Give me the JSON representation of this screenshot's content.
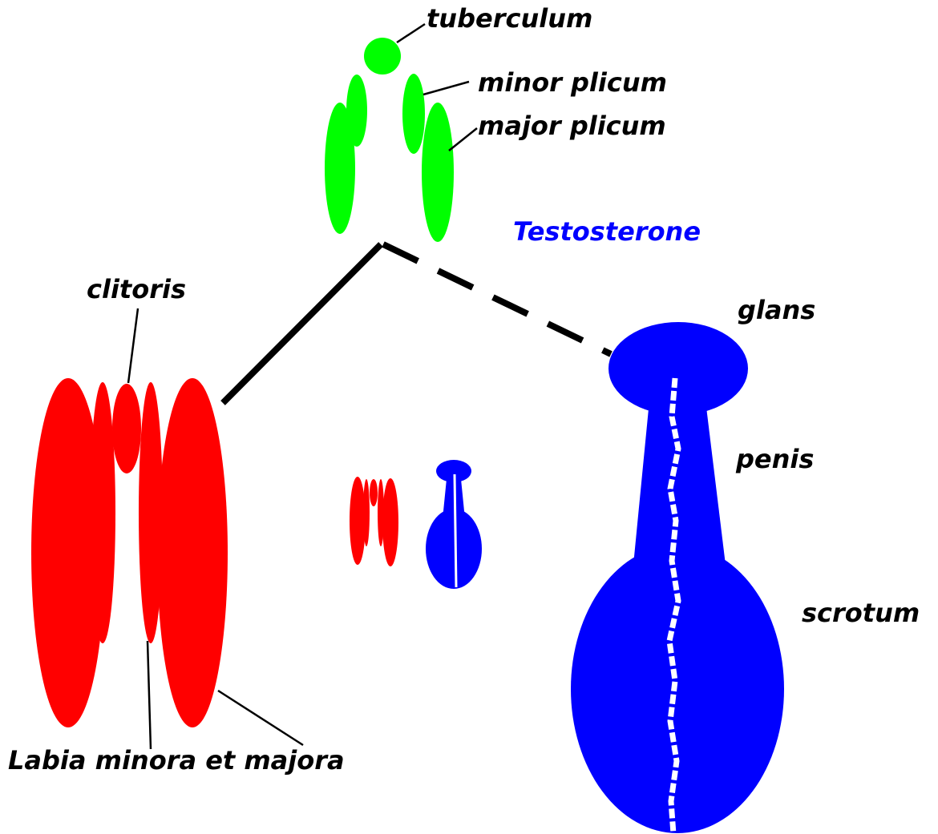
{
  "labels": {
    "tuberculum": "tuberculum",
    "minor_plicum": "minor plicum",
    "major_plicum": "major plicum",
    "testosterone": "Testosterone",
    "clitoris": "clitoris",
    "glans": "glans",
    "penis": "penis",
    "scrotum": "scrotum",
    "labia": "Labia minora et majora"
  },
  "colors": {
    "undifferentiated": "#00ff00",
    "female": "#ff0000",
    "male": "#0000ff",
    "testosterone_label": "#0000ff",
    "label_text": "#000000",
    "background": "#ffffff"
  }
}
